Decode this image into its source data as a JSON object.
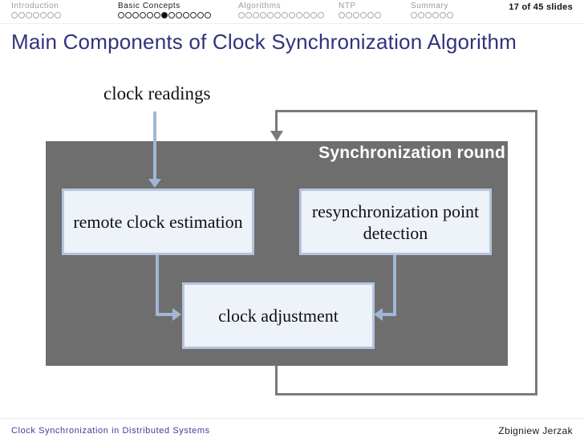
{
  "header": {
    "sections": [
      {
        "label": "Introduction",
        "dots": 7,
        "filled_index": -1,
        "active": false
      },
      {
        "label": "Basic Concepts",
        "dots": 13,
        "filled_index": 6,
        "active": true
      },
      {
        "label": "Algorithms",
        "dots": 12,
        "filled_index": -1,
        "active": false
      },
      {
        "label": "NTP",
        "dots": 6,
        "filled_index": -1,
        "active": false
      },
      {
        "label": "Summary",
        "dots": 6,
        "filled_index": -1,
        "active": false
      }
    ],
    "slide_counter": "17 of 45 slides"
  },
  "title": "Main Components of Clock Synchronization Algorithm",
  "diagram": {
    "input_label": "clock readings",
    "container_label": "Synchronization round",
    "boxes": {
      "remote": "remote clock estimation",
      "resync": "resynchronization point detection",
      "adjust": "clock adjustment"
    },
    "colors": {
      "container_fill": "#6e6e6e",
      "node_fill": "#eef2f9",
      "node_border": "#b6c4de",
      "arrow_blue": "#a2b6d4",
      "loop_gray": "#7b7b7b"
    }
  },
  "footer": {
    "left": "Clock Synchronization in Distributed Systems",
    "right": "Zbigniew Jerzak"
  },
  "theme": {
    "title_color": "#32327e",
    "active_section_color": "#161616",
    "inactive_section_color": "#9b9b9b"
  }
}
